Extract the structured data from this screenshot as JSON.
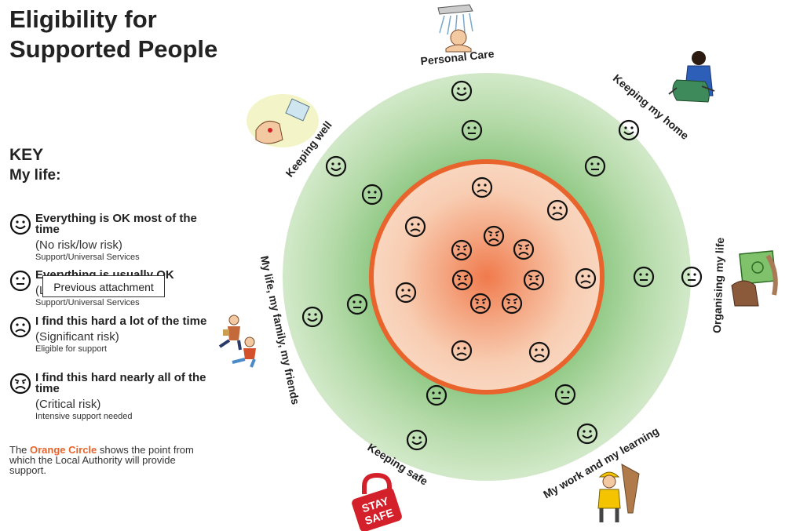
{
  "title_line1": "Eligibility for",
  "title_line2": "Supported People",
  "key": {
    "heading": "KEY",
    "subheading": "My life:",
    "items": [
      {
        "face": "happy",
        "label": "Everything is OK most of the time",
        "risk": "(No risk/low risk)",
        "note": "Support/Universal Services"
      },
      {
        "face": "neutral",
        "label": "Everything is usually OK",
        "risk": "(Low risk)",
        "note": "Support/Universal Services"
      },
      {
        "face": "sad",
        "label": "I find this hard a lot of the time",
        "risk": "(Significant risk)",
        "note": "Eligible for support"
      },
      {
        "face": "very-sad",
        "label": "I find this hard nearly all of the time",
        "risk": "(Critical risk)",
        "note": "Intensive support needed"
      }
    ]
  },
  "footnote": {
    "prefix": "The ",
    "highlight": "Orange Circle",
    "suffix": " shows the point from which the Local Authority will provide support.",
    "highlight_color": "#e8642c"
  },
  "tooltip": {
    "text": "Previous attachment"
  },
  "areas": [
    {
      "label": "Personal Care",
      "icon": "shower-icon"
    },
    {
      "label": "Keeping my home",
      "icon": "cleaning-icon"
    },
    {
      "label": "Organising my life",
      "icon": "money-icon"
    },
    {
      "label": "My work and my learning",
      "icon": "worker-icon"
    },
    {
      "label": "Keeping safe",
      "icon": "stay-safe-icon",
      "sign_line1": "STAY",
      "sign_line2": "SAFE"
    },
    {
      "label": "My life, my family, my friends",
      "icon": "friends-icon"
    },
    {
      "label": "Keeping well",
      "icon": "medicine-icon"
    }
  ],
  "colors": {
    "outer_ring": "#cde5c4",
    "outer_ring_dark": "#9fcf95",
    "orange_circle": "#e8642c",
    "inner_fill": "#f7c9ad",
    "inner_center": "#f07a4c"
  }
}
